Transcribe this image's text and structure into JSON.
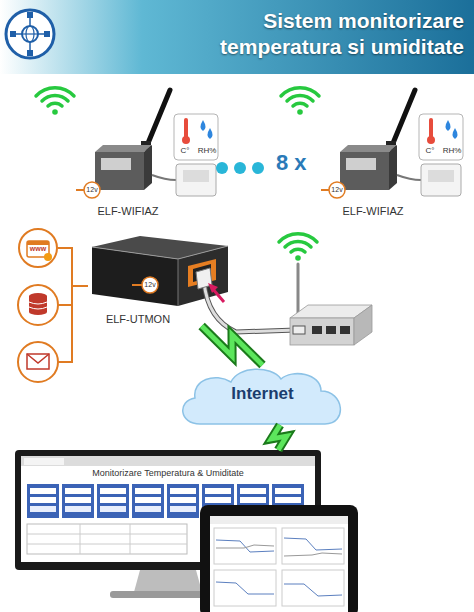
{
  "diagram": {
    "title": "Sistem monitorizare temperatura si umiditate",
    "nodes": [
      {
        "text": [
          "ELF-WIFIAZ"
        ]
      },
      {
        "text": [
          "C°",
          "RH%"
        ]
      },
      {
        "text": [
          "ELF-WIFIAZ"
        ]
      },
      {
        "text": [
          "C°",
          "RH%"
        ]
      },
      {
        "text": [
          "www"
        ]
      },
      {
        "text": [
          "ELF-UTMON"
        ]
      },
      {
        "text": [
          "Internet"
        ]
      },
      {
        "text": [
          "Monitorizare Temperatura & Umiditate"
        ]
      }
    ],
    "edges": [
      {
        "from": 4,
        "to": 5,
        "arrow": "none"
      },
      {
        "from": 5,
        "to": 6,
        "arrow": "none"
      },
      {
        "from": 6,
        "to": 7,
        "arrow": "none"
      }
    ],
    "labels": [
      "12v",
      "8 x",
      "12v",
      "12v"
    ]
  }
}
